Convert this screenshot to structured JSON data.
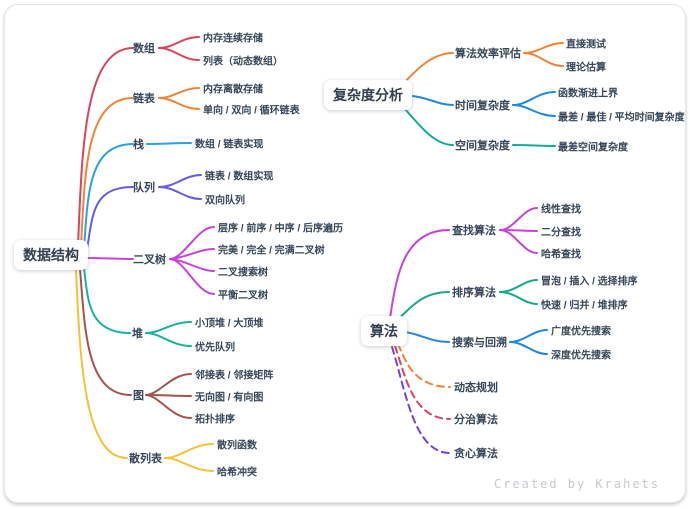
{
  "watermark": "Created by Krahets",
  "trees": {
    "ds": {
      "root": "数据结构",
      "branches": [
        {
          "label": "数组",
          "color": "#d6455c",
          "children": [
            "内存连续存储",
            "列表（动态数组）"
          ]
        },
        {
          "label": "链表",
          "color": "#ef8435",
          "children": [
            "内存离散存储",
            "单向 / 双向 / 循环链表"
          ]
        },
        {
          "label": "栈",
          "color": "#2ba0e6",
          "children": [
            "数组 / 链表实现"
          ]
        },
        {
          "label": "队列",
          "color": "#655ce0",
          "children": [
            "链表 / 数组实现",
            "双向队列"
          ]
        },
        {
          "label": "二叉树",
          "color": "#c643d8",
          "children": [
            "层序 / 前序 / 中序 / 后序遍历",
            "完美 / 完全 / 完满二叉树",
            "二叉搜索树",
            "平衡二叉树"
          ]
        },
        {
          "label": "堆",
          "color": "#14b3a2",
          "children": [
            "小顶堆 / 大顶堆",
            "优先队列"
          ]
        },
        {
          "label": "图",
          "color": "#a3534e",
          "children": [
            "邻接表 / 邻接矩阵",
            "无向图 / 有向图",
            "拓扑排序"
          ]
        },
        {
          "label": "散列表",
          "color": "#f5c136",
          "children": [
            "散列函数",
            "哈希冲突"
          ]
        }
      ]
    },
    "complexity": {
      "root": "复杂度分析",
      "branches": [
        {
          "label": "算法效率评估",
          "color": "#ef8435",
          "children": [
            "直接测试",
            "理论估算"
          ]
        },
        {
          "label": "时间复杂度",
          "color": "#1e88e5",
          "children": [
            "函数渐进上界",
            "最差 / 最佳 / 平均时间复杂度"
          ]
        },
        {
          "label": "空间复杂度",
          "color": "#10ac9b",
          "children": [
            "最差空间复杂度"
          ]
        }
      ]
    },
    "algo": {
      "root": "算法",
      "branches": [
        {
          "label": "查找算法",
          "color": "#c643d8",
          "children": [
            "线性查找",
            "二分查找",
            "哈希查找"
          ]
        },
        {
          "label": "排序算法",
          "color": "#16a98b",
          "children": [
            "冒泡 / 插入 / 选择排序",
            "快速 / 归并 / 堆排序"
          ]
        },
        {
          "label": "搜索与回溯",
          "color": "#2187e0",
          "children": [
            "广度优先搜索",
            "深度优先搜索"
          ]
        },
        {
          "label": "动态规划",
          "color": "#ef8435",
          "dashed": true,
          "children": []
        },
        {
          "label": "分治算法",
          "color": "#d6455c",
          "dashed": true,
          "children": []
        },
        {
          "label": "贪心算法",
          "color": "#7540d8",
          "dashed": true,
          "children": []
        }
      ]
    }
  }
}
